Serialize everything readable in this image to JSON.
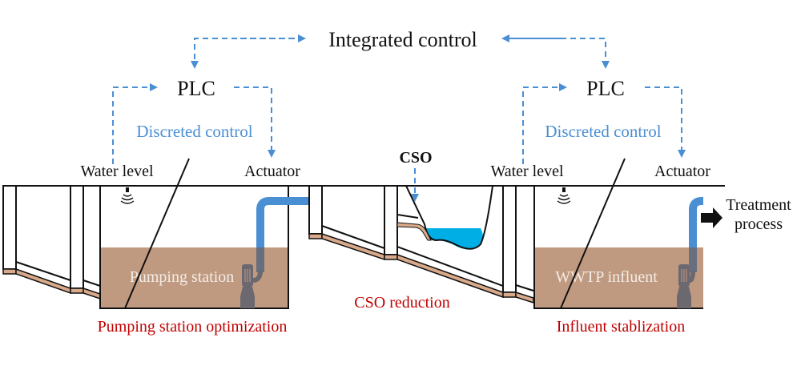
{
  "title": "Integrated control",
  "left": {
    "plc": "PLC",
    "discreted_control": "Discreted control",
    "water_level": "Water level",
    "actuator": "Actuator",
    "tank_label": "Pumping station",
    "objective": "Pumping station optimization"
  },
  "middle": {
    "cso": "CSO",
    "objective": "CSO reduction"
  },
  "right": {
    "plc": "PLC",
    "discreted_control": "Discreted control",
    "water_level": "Water level",
    "actuator": "Actuator",
    "tank_label": "WWTP influent",
    "objective": "Influent stablization",
    "output_line1": "Treatment",
    "output_line2": "process"
  },
  "colors": {
    "control_blue": "#4a8fd4",
    "objective_red": "#c00000",
    "sewage_brown": "#c09a80",
    "water_cyan": "#00aee6",
    "pipe_blue": "#4a8fd4",
    "pump_gray": "#6b6870"
  }
}
